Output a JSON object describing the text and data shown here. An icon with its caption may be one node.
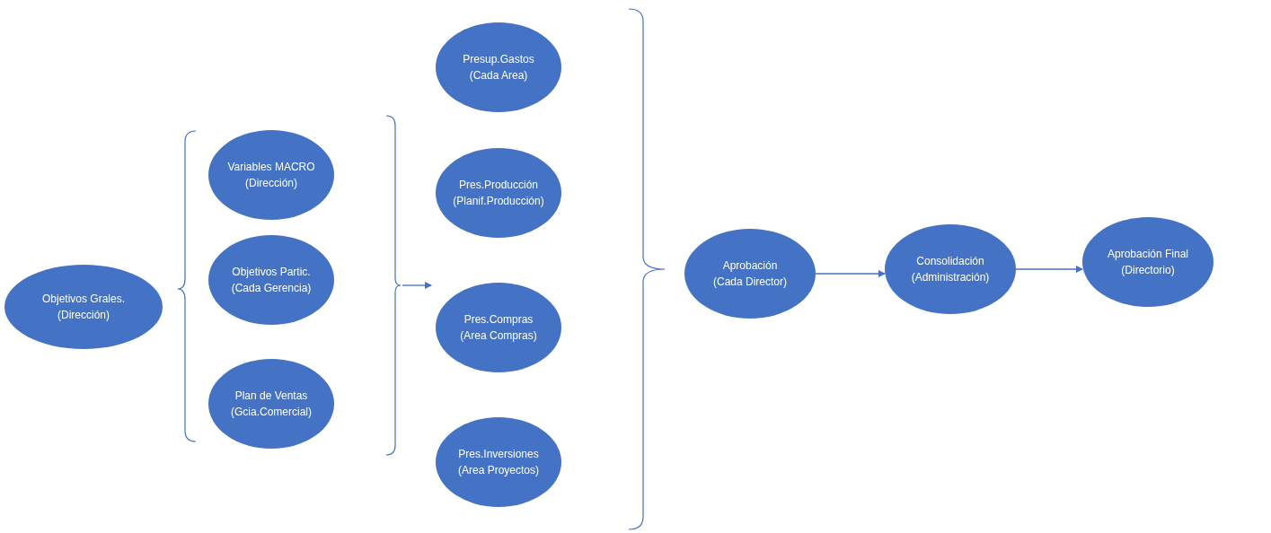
{
  "diagram": {
    "nodes": [
      {
        "text": [
          "Objetivos Grales.",
          "(Dirección)"
        ]
      },
      {
        "text": [
          "Variables MACRO",
          "(Dirección)"
        ]
      },
      {
        "text": [
          "Objetivos Partic.",
          "(Cada Gerencia)"
        ]
      },
      {
        "text": [
          "Plan de Ventas",
          "(Gcia.Comercial)"
        ]
      },
      {
        "text": [
          "Presup.Gastos",
          "(Cada Area)"
        ]
      },
      {
        "text": [
          "Pres.Producción",
          "(Planif.Producción)"
        ]
      },
      {
        "text": [
          "Pres.Compras",
          "(Area Compras)"
        ]
      },
      {
        "text": [
          "Pres.Inversiones",
          "(Area Proyectos)"
        ]
      },
      {
        "text": [
          "Aprobación",
          "(Cada Director)"
        ]
      },
      {
        "text": [
          "Consolidación",
          "(Administración)"
        ]
      },
      {
        "text": [
          "Aprobación Final",
          "(Directorio)"
        ]
      },
      {
        "text": [],
        "shape": "bracket"
      }
    ],
    "edges": [
      {
        "from": 11,
        "to": 6,
        "arrow": "to"
      },
      {
        "from": 8,
        "to": 9,
        "arrow": "to"
      },
      {
        "from": 9,
        "to": 10,
        "arrow": "to"
      }
    ]
  }
}
